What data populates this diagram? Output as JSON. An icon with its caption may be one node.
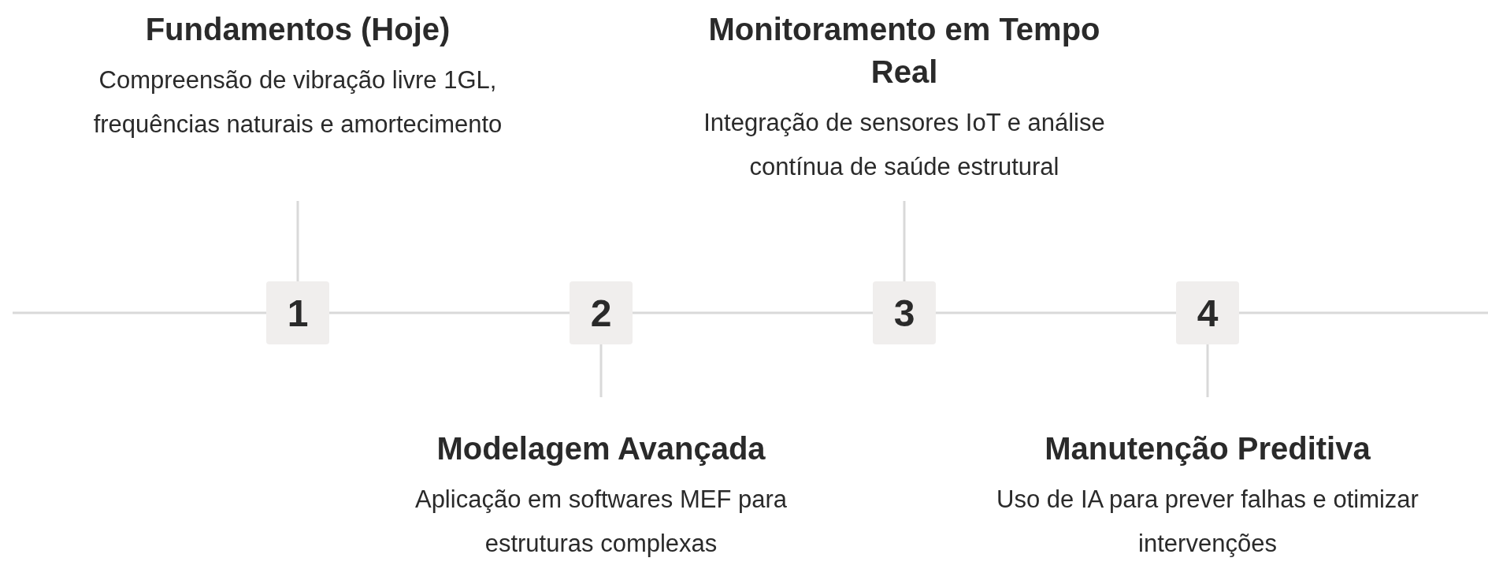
{
  "diagram": {
    "nodes": [
      {
        "text": [
          "Fundamentos (Hoje)",
          "Compreensão de vibração livre 1GL, frequências naturais e amortecimento"
        ]
      },
      {
        "text": [
          "1"
        ]
      },
      {
        "text": [
          "2"
        ]
      },
      {
        "text": [
          "Modelagem Avançada",
          "Aplicação em softwares MEF para estruturas complexas"
        ]
      },
      {
        "text": [
          "Monitoramento em Tempo Real",
          "Integração de sensores IoT e análise contínua de saúde estrutural"
        ]
      },
      {
        "text": [
          "3"
        ]
      },
      {
        "text": [
          "4"
        ]
      },
      {
        "text": [
          "Manutenção Preditiva",
          "Uso de IA para prever falhas e otimizar intervenções"
        ]
      }
    ],
    "edges": [
      {
        "from": 1,
        "to": 0,
        "arrow": "none"
      },
      {
        "from": 2,
        "to": 3,
        "arrow": "none"
      },
      {
        "from": 5,
        "to": 4,
        "arrow": "none"
      },
      {
        "from": 6,
        "to": 7,
        "arrow": "none"
      },
      {
        "from": null,
        "to": 1,
        "arrow": "none"
      },
      {
        "from": 1,
        "to": 2,
        "arrow": "none"
      },
      {
        "from": 2,
        "to": 5,
        "arrow": "none"
      },
      {
        "from": 5,
        "to": 6,
        "arrow": "none"
      },
      {
        "from": 6,
        "to": null,
        "arrow": "none"
      }
    ]
  }
}
